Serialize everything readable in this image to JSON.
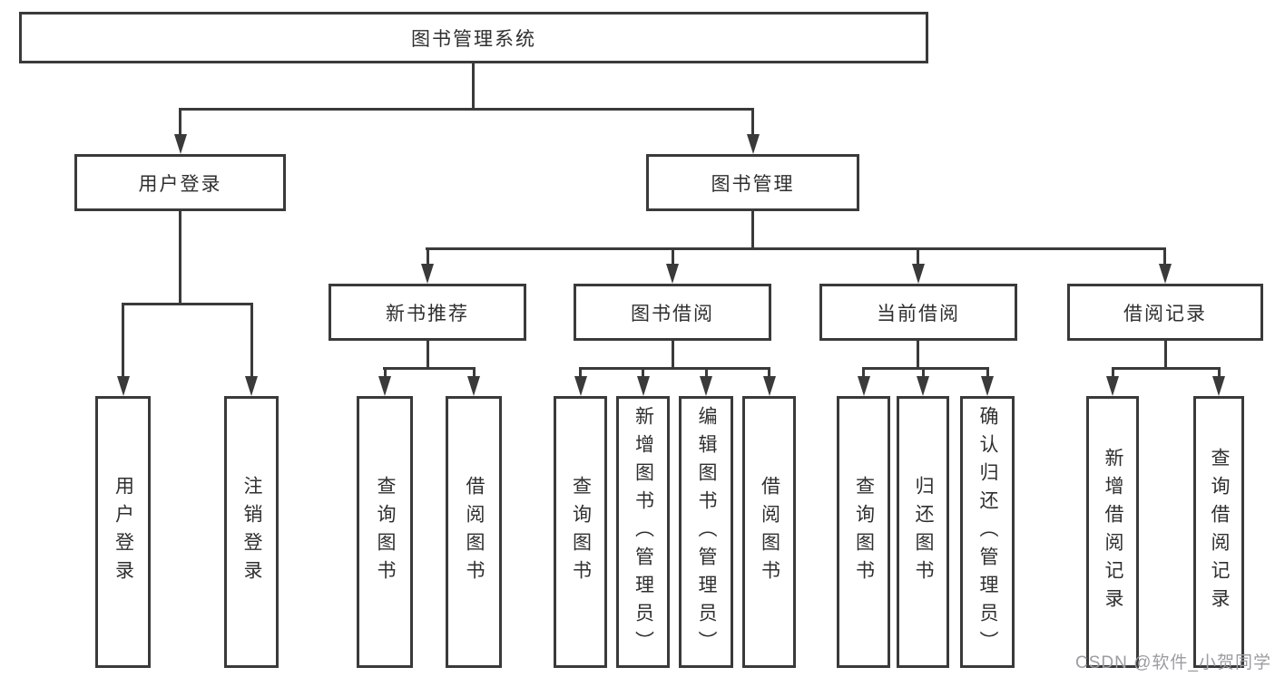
{
  "colors": {
    "line": "#3a3a3a",
    "text": "#2f2f2f",
    "watermark": "#9c9ca1",
    "background": "#ffffff"
  },
  "watermark": "CSDN @软件_小贺同学",
  "tree": {
    "root": {
      "label": "图书管理系统"
    },
    "branches": [
      {
        "label": "用户登录",
        "children": [
          {
            "label": "用户登录"
          },
          {
            "label": "注销登录"
          }
        ]
      },
      {
        "label": "图书管理",
        "groups": [
          {
            "label": "新书推荐",
            "children": [
              {
                "label": "查询图书"
              },
              {
                "label": "借阅图书"
              }
            ]
          },
          {
            "label": "图书借阅",
            "children": [
              {
                "label": "查询图书"
              },
              {
                "label": "新增图书（管理员）"
              },
              {
                "label": "编辑图书（管理员）"
              },
              {
                "label": "借阅图书"
              }
            ]
          },
          {
            "label": "当前借阅",
            "children": [
              {
                "label": "查询图书"
              },
              {
                "label": "归还图书"
              },
              {
                "label": "确认归还（管理员）"
              }
            ]
          },
          {
            "label": "借阅记录",
            "children": [
              {
                "label": "新增借阅记录"
              },
              {
                "label": "查询借阅记录"
              }
            ]
          }
        ]
      }
    ]
  }
}
